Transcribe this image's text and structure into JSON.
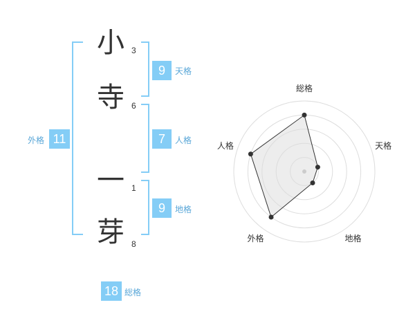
{
  "name_chars": [
    {
      "char": "小",
      "strokes": "3"
    },
    {
      "char": "寺",
      "strokes": "6"
    },
    {
      "char": "一",
      "strokes": "1"
    },
    {
      "char": "芽",
      "strokes": "8"
    }
  ],
  "kakaku": {
    "tenkaku": {
      "value": "9",
      "label": "天格"
    },
    "jinkaku": {
      "value": "7",
      "label": "人格"
    },
    "chikaku": {
      "value": "9",
      "label": "地格"
    },
    "gaikaku": {
      "value": "11",
      "label": "外格"
    },
    "soukaku": {
      "value": "18",
      "label": "総格"
    }
  },
  "colors": {
    "accent": "#84cdf6",
    "text": "#333333",
    "label": "#5aa7d8"
  },
  "chart_data": {
    "type": "radar",
    "axes": [
      "総格",
      "天格",
      "地格",
      "外格",
      "人格"
    ],
    "values": [
      4,
      1,
      1,
      4,
      4
    ],
    "rlim": [
      0,
      5
    ],
    "rings": 5
  }
}
